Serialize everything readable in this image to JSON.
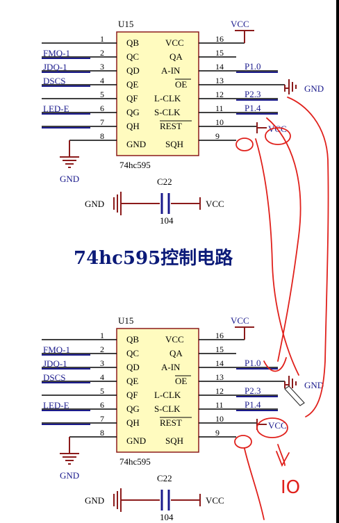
{
  "title": "74hc595控制电路",
  "handwriting": "IO",
  "colors": {
    "wire": "#1a1a8c",
    "chip_fill": "#fffbbf",
    "chip_border": "#8b1a1a",
    "annotation": "#e0201b",
    "gnd": "#8b1a1a"
  },
  "schematics": [
    {
      "ref": "U15",
      "part": "74hc595",
      "vcc": "VCC",
      "gnd": "GND",
      "cap_ref": "C22",
      "cap_value": "104",
      "cap_gnd": "GND",
      "cap_vcc": "VCC",
      "left_pins": [
        {
          "num": "1",
          "name": "QB",
          "net": ""
        },
        {
          "num": "2",
          "name": "QC",
          "net": "FMQ-1"
        },
        {
          "num": "3",
          "name": "QD",
          "net": "JDQ-1"
        },
        {
          "num": "4",
          "name": "QE",
          "net": "DSCS"
        },
        {
          "num": "5",
          "name": "QF",
          "net": ""
        },
        {
          "num": "6",
          "name": "QG",
          "net": "LED-E"
        },
        {
          "num": "7",
          "name": "QH",
          "net": ""
        },
        {
          "num": "8",
          "name": "GND",
          "net": ""
        }
      ],
      "right_pins": [
        {
          "num": "16",
          "name": "VCC",
          "net": ""
        },
        {
          "num": "15",
          "name": "QA",
          "net": ""
        },
        {
          "num": "14",
          "name": "A-IN",
          "net": "P1.0"
        },
        {
          "num": "13",
          "name": "OE",
          "net": ""
        },
        {
          "num": "12",
          "name": "L-CLK",
          "net": "P2.3"
        },
        {
          "num": "11",
          "name": "S-CLK",
          "net": "P1.4"
        },
        {
          "num": "10",
          "name": "REST",
          "net": ""
        },
        {
          "num": "9",
          "name": "SQH",
          "net": ""
        }
      ],
      "oe_gnd": "GND",
      "rest_vcc": "VCC"
    },
    {
      "ref": "U15",
      "part": "74hc595",
      "vcc": "VCC",
      "gnd": "GND",
      "cap_ref": "C22",
      "cap_value": "104",
      "cap_gnd": "GND",
      "cap_vcc": "VCC",
      "left_pins": [
        {
          "num": "1",
          "name": "QB",
          "net": ""
        },
        {
          "num": "2",
          "name": "QC",
          "net": "FMQ-1"
        },
        {
          "num": "3",
          "name": "QD",
          "net": "JDQ-1"
        },
        {
          "num": "4",
          "name": "QE",
          "net": "DSCS"
        },
        {
          "num": "5",
          "name": "QF",
          "net": ""
        },
        {
          "num": "6",
          "name": "QG",
          "net": "LED-E"
        },
        {
          "num": "7",
          "name": "QH",
          "net": ""
        },
        {
          "num": "8",
          "name": "GND",
          "net": ""
        }
      ],
      "right_pins": [
        {
          "num": "16",
          "name": "VCC",
          "net": ""
        },
        {
          "num": "15",
          "name": "QA",
          "net": ""
        },
        {
          "num": "14",
          "name": "A-IN",
          "net": "P1.0"
        },
        {
          "num": "13",
          "name": "OE",
          "net": ""
        },
        {
          "num": "12",
          "name": "L-CLK",
          "net": "P2.3"
        },
        {
          "num": "11",
          "name": "S-CLK",
          "net": "P1.4"
        },
        {
          "num": "10",
          "name": "REST",
          "net": ""
        },
        {
          "num": "9",
          "name": "SQH",
          "net": ""
        }
      ],
      "oe_gnd": "GND",
      "rest_vcc": "VCC"
    }
  ]
}
